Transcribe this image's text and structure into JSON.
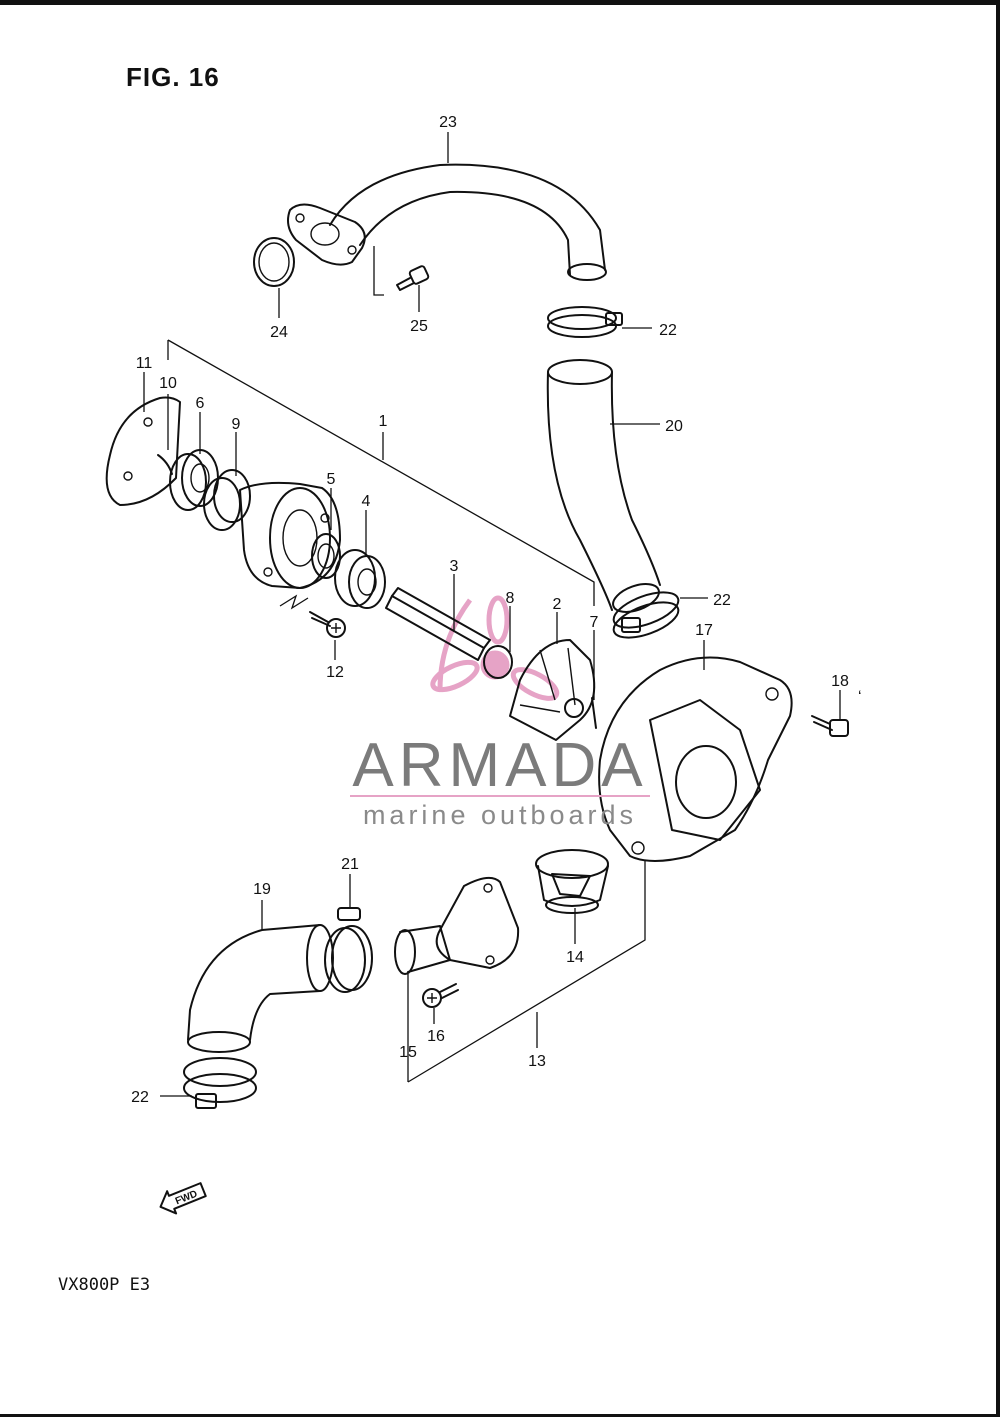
{
  "figure": {
    "title": "FIG. 16",
    "model_code": "VX800P E3"
  },
  "callouts": [
    {
      "id": "c1",
      "label": "1"
    },
    {
      "id": "c2",
      "label": "2"
    },
    {
      "id": "c3",
      "label": "3"
    },
    {
      "id": "c4",
      "label": "4"
    },
    {
      "id": "c5",
      "label": "5"
    },
    {
      "id": "c6",
      "label": "6"
    },
    {
      "id": "c7",
      "label": "7"
    },
    {
      "id": "c8",
      "label": "8"
    },
    {
      "id": "c9",
      "label": "9"
    },
    {
      "id": "c10",
      "label": "10"
    },
    {
      "id": "c11",
      "label": "11"
    },
    {
      "id": "c12",
      "label": "12"
    },
    {
      "id": "c13",
      "label": "13"
    },
    {
      "id": "c14",
      "label": "14"
    },
    {
      "id": "c15",
      "label": "15"
    },
    {
      "id": "c16",
      "label": "16"
    },
    {
      "id": "c17",
      "label": "17"
    },
    {
      "id": "c18",
      "label": "18"
    },
    {
      "id": "c19",
      "label": "19"
    },
    {
      "id": "c20",
      "label": "20"
    },
    {
      "id": "c21",
      "label": "21"
    },
    {
      "id": "c22a",
      "label": "22"
    },
    {
      "id": "c22b",
      "label": "22"
    },
    {
      "id": "c22c",
      "label": "22"
    },
    {
      "id": "c23",
      "label": "23"
    },
    {
      "id": "c24",
      "label": "24"
    },
    {
      "id": "c25",
      "label": "25"
    }
  ],
  "watermark": {
    "name": "ARMADA",
    "tagline": "marine outboards",
    "logo_color": "#e6a3c6",
    "text_color": "#7b7b7b"
  },
  "direction_marker": {
    "label": "FWD",
    "icon": "arrow-fwd-icon"
  }
}
